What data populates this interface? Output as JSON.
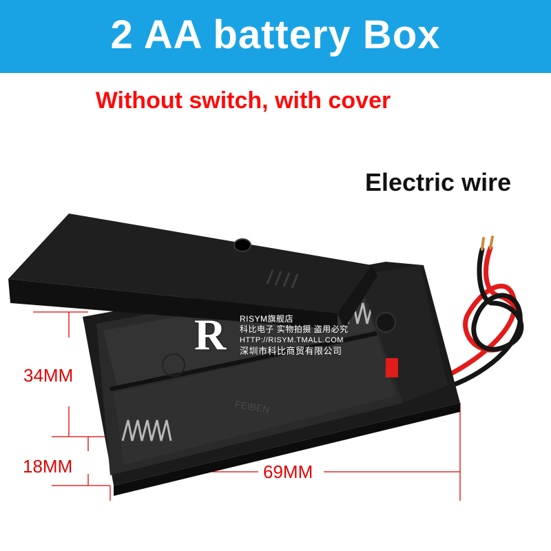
{
  "banner": {
    "title": "2 AA battery Box"
  },
  "subtitle": "Without switch, with cover",
  "labels": {
    "wire": "Electric wire"
  },
  "dimensions": {
    "height": "34MM",
    "depth": "18MM",
    "length": "69MM"
  },
  "product": {
    "embossed_text": "FEIBEN"
  },
  "watermark": {
    "logo": "R",
    "line1": "RISYM旗舰店",
    "line2": "科比电子 实物拍摄 盗用必究",
    "line3": "HTTP://RISYM.TMALL.COM",
    "line4": "深圳市科比商贸有限公司"
  },
  "colors": {
    "banner": "#1aa3e4",
    "subtitle": "#ff0a0a",
    "dimension": "#e30000",
    "box": "#1b1b1b"
  }
}
